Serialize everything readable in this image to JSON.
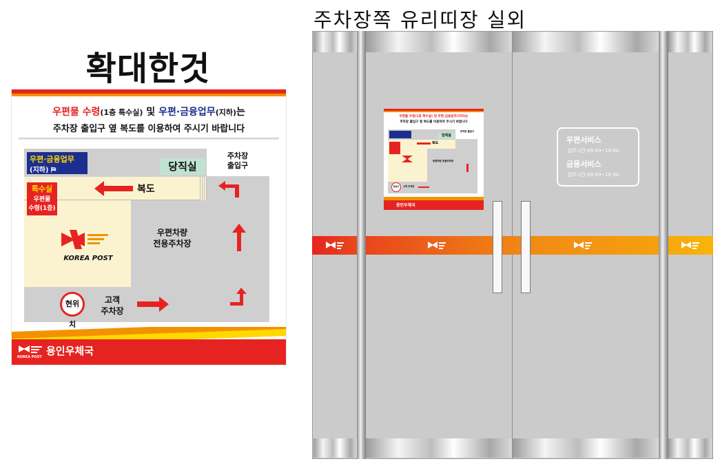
{
  "left_sign": {
    "title": "확대한것",
    "notice": {
      "line1_red": "우편물 수령",
      "line1_small1": "(1층 특수실)",
      "line1_mid": " 및 ",
      "line1_blue": "우편·금융업무",
      "line1_small2": "(지하)",
      "line1_end": "는",
      "line2": "주차장 출입구 옆 복도를 이용하여 주시기 바랍니다"
    },
    "map": {
      "basement_label": "우편·금융업무",
      "basement_sub": "(지하) ⛿",
      "duty_room": "당직실",
      "parking_entrance_1": "주차장",
      "parking_entrance_2": "출입구",
      "special_room": "특수실",
      "special_sub_1": "우편물",
      "special_sub_2": "수령(1층)",
      "corridor": "복도",
      "logo_text": "KOREA POST",
      "vehicle_parking_1": "우편차량",
      "vehicle_parking_2": "전용주차장",
      "current_location": "현위치",
      "customer_parking_1": "고객",
      "customer_parking_2": "주차장"
    },
    "footer": {
      "logo_small": "KOREA POST",
      "office_name": "용인우체국"
    }
  },
  "door": {
    "title": "주차장쪽 유리띠장 실외",
    "service1": "우편서비스",
    "service1_hours": "업무시간:09:00~18:00",
    "service2": "금융서비스",
    "service2_hours": "업무시간:09:00~16:30",
    "mini_sign": {
      "line1": "우편물 수령(1층 특수실) 및 우편·금융업무(지하)는",
      "line2": "주차장 출입구 옆 복도를 이용하여 주시기 바랍니다",
      "duty": "당직실",
      "entrance": "주차장 출입구",
      "corridor": "복도",
      "vehicle": "우편차량 전용주차장",
      "current": "현위치",
      "customer": "고객 주차장",
      "footer": "용인우체국"
    }
  },
  "colors": {
    "red": "#e52421",
    "orange": "#f39200",
    "blue": "#1c2f8f",
    "duty_green": "#bfe3d2",
    "floor": "#fbf3cf",
    "map_gray": "#cfcfcf"
  }
}
